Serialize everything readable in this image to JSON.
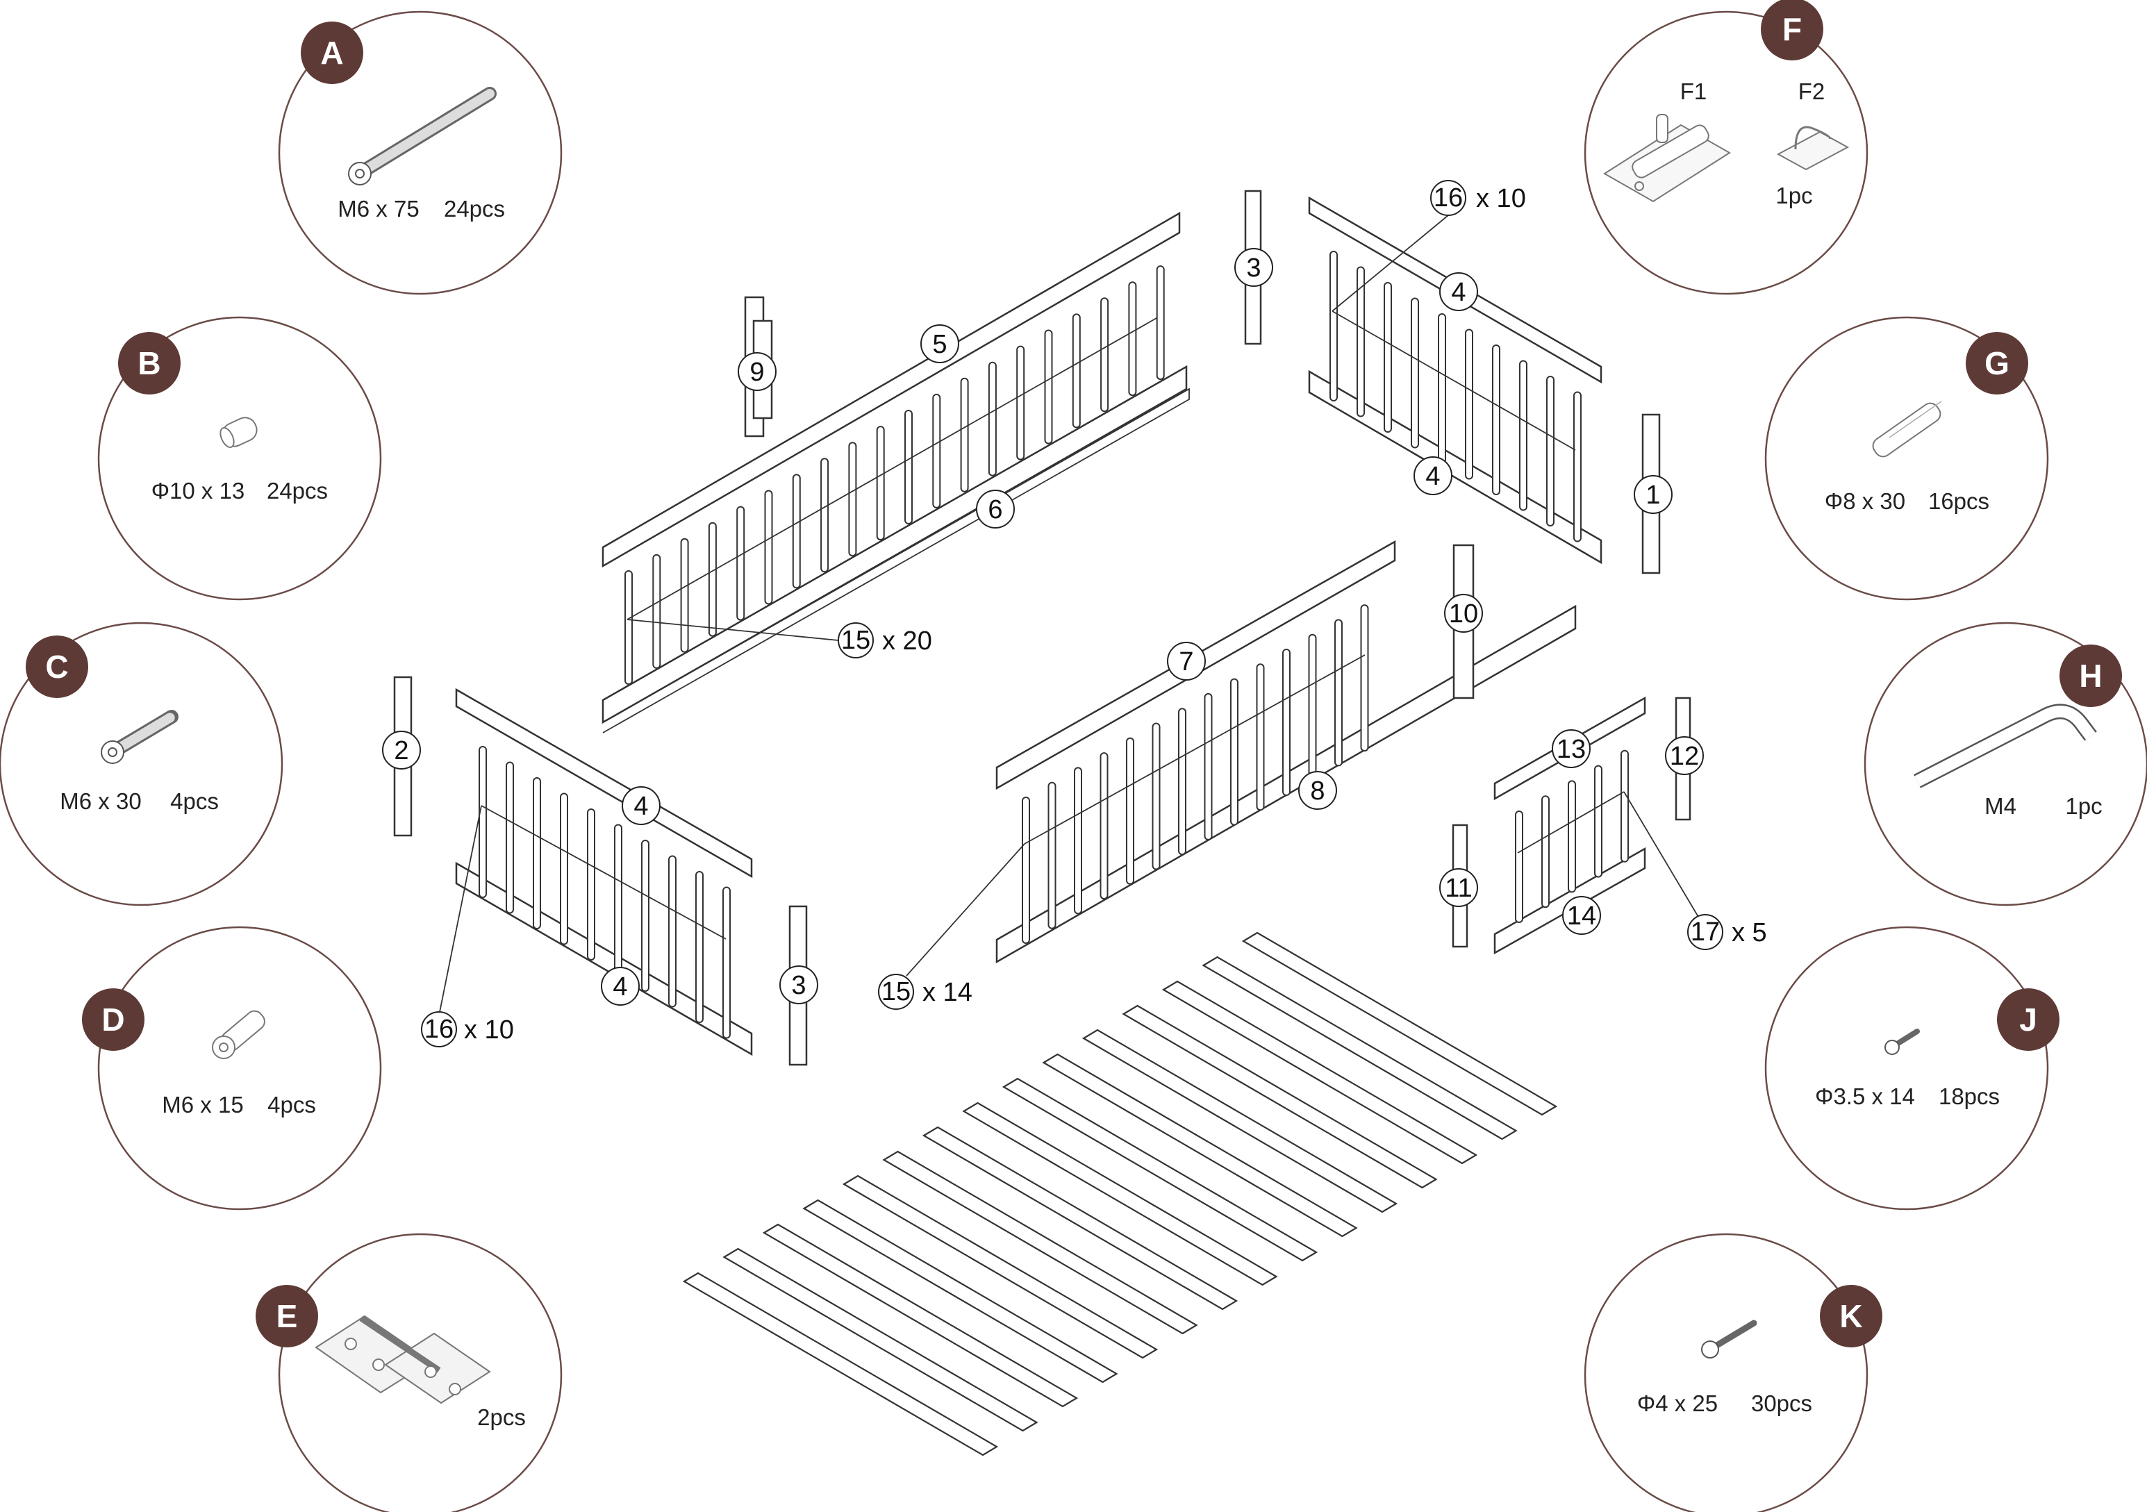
{
  "colors": {
    "badge": "#5e3a36",
    "circle_stroke": "#6a4b47",
    "line": "#333333"
  },
  "hardware": [
    {
      "id": "A",
      "label": "A",
      "size": "M6 x 75",
      "qty": "24pcs",
      "icon": "bolt-long-icon"
    },
    {
      "id": "B",
      "label": "B",
      "size": "Φ10 x 13",
      "qty": "24pcs",
      "icon": "barrel-nut-icon"
    },
    {
      "id": "C",
      "label": "C",
      "size": "M6 x 30",
      "qty": "4pcs",
      "icon": "bolt-short-icon"
    },
    {
      "id": "D",
      "label": "D",
      "size": "M6 x 15",
      "qty": "4pcs",
      "icon": "sleeve-nut-icon"
    },
    {
      "id": "E",
      "label": "E",
      "size": "",
      "qty": "2pcs",
      "icon": "hinge-icon"
    },
    {
      "id": "F",
      "label": "F",
      "f1": "F1",
      "f2": "F2",
      "size": "",
      "qty": "1pc",
      "icon": "latch-bolt-icon"
    },
    {
      "id": "G",
      "label": "G",
      "size": "Φ8 x 30",
      "qty": "16pcs",
      "icon": "wood-dowel-icon"
    },
    {
      "id": "H",
      "label": "H",
      "size": "M4",
      "qty": "1pc",
      "icon": "allen-key-icon"
    },
    {
      "id": "J",
      "label": "J",
      "size": "Φ3.5 x 14",
      "qty": "18pcs",
      "icon": "small-screw-icon"
    },
    {
      "id": "K",
      "label": "K",
      "size": "Φ4 x 25",
      "qty": "30pcs",
      "icon": "wood-screw-icon"
    }
  ],
  "parts": {
    "p1": "1",
    "p2": "2",
    "p3a": "3",
    "p3b": "3",
    "p4a": "4",
    "p4b": "4",
    "p4c": "4",
    "p4d": "4",
    "p5": "5",
    "p6": "6",
    "p7": "7",
    "p8": "8",
    "p9": "9",
    "p10": "10",
    "p11": "11",
    "p12": "12",
    "p13": "13",
    "p14": "14"
  },
  "callouts": {
    "c16a_num": "16",
    "c16a_qty": "x 10",
    "c16b_num": "16",
    "c16b_qty": "x 10",
    "c15a_num": "15",
    "c15a_qty": "x 20",
    "c15b_num": "15",
    "c15b_qty": "x 14",
    "c17_num": "17",
    "c17_qty": "x 5"
  }
}
